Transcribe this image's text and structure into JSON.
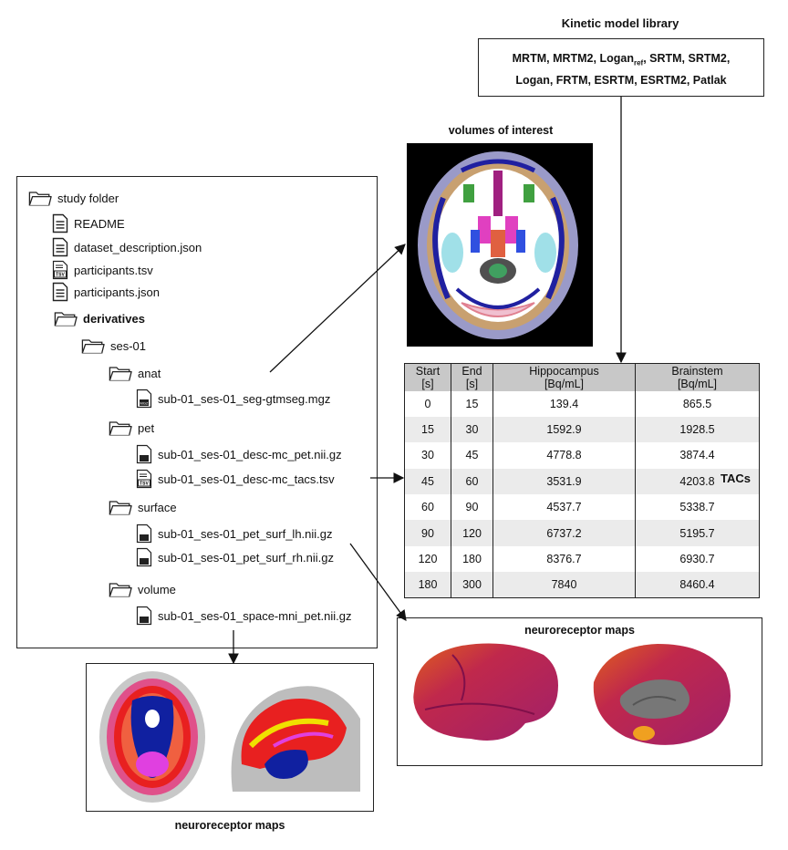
{
  "library": {
    "title": "Kinetic model library",
    "line1_part1": "MRTM, MRTM2, Logan",
    "line1_sub": "ref",
    "line1_part2": ", SRTM, SRTM2,",
    "line2": "Logan, FRTM, ESRTM, ESRTM2, Patlak"
  },
  "voi": {
    "title": "volumes of interest"
  },
  "tree": {
    "root": "study folder",
    "readme": "README",
    "dataset_description": "dataset_description.json",
    "participants_tsv": "participants.tsv",
    "participants_json": "participants.json",
    "derivatives": "derivatives",
    "session": "ses-01",
    "anat": "anat",
    "anat_file": "sub-01_ses-01_seg-gtmseg.mgz",
    "pet": "pet",
    "pet_file1": "sub-01_ses-01_desc-mc_pet.nii.gz",
    "pet_file2": "sub-01_ses-01_desc-mc_tacs.tsv",
    "surface": "surface",
    "surface_file1": "sub-01_ses-01_pet_surf_lh.nii.gz",
    "surface_file2": "sub-01_ses-01_pet_surf_rh.nii.gz",
    "volume": "volume",
    "volume_file": "sub-01_ses-01_space-mni_pet.nii.gz",
    "icon_tsv": "TSV",
    "icon_mgz": "MGZ"
  },
  "tacs": {
    "label": "TACs",
    "headers": [
      [
        "Start",
        "[s]"
      ],
      [
        "End",
        "[s]"
      ],
      [
        "Hippocampus",
        "[Bq/mL]"
      ],
      [
        "Brainstem",
        "[Bq/mL]"
      ]
    ],
    "rows": [
      [
        "0",
        "15",
        "139.4",
        "865.5"
      ],
      [
        "15",
        "30",
        "1592.9",
        "1928.5"
      ],
      [
        "30",
        "45",
        "4778.8",
        "3874.4"
      ],
      [
        "45",
        "60",
        "3531.9",
        "4203.8"
      ],
      [
        "60",
        "90",
        "4537.7",
        "5338.7"
      ],
      [
        "90",
        "120",
        "6737.2",
        "5195.7"
      ],
      [
        "120",
        "180",
        "8376.7",
        "6930.7"
      ],
      [
        "180",
        "300",
        "7840",
        "8460.4"
      ]
    ]
  },
  "neuroreceptor_right": {
    "title": "neuroreceptor maps"
  },
  "neuroreceptor_left": {
    "title": "neuroreceptor maps"
  },
  "icons": [
    "folder-icon",
    "document-icon",
    "tsv-file-icon",
    "mgz-file-icon"
  ]
}
